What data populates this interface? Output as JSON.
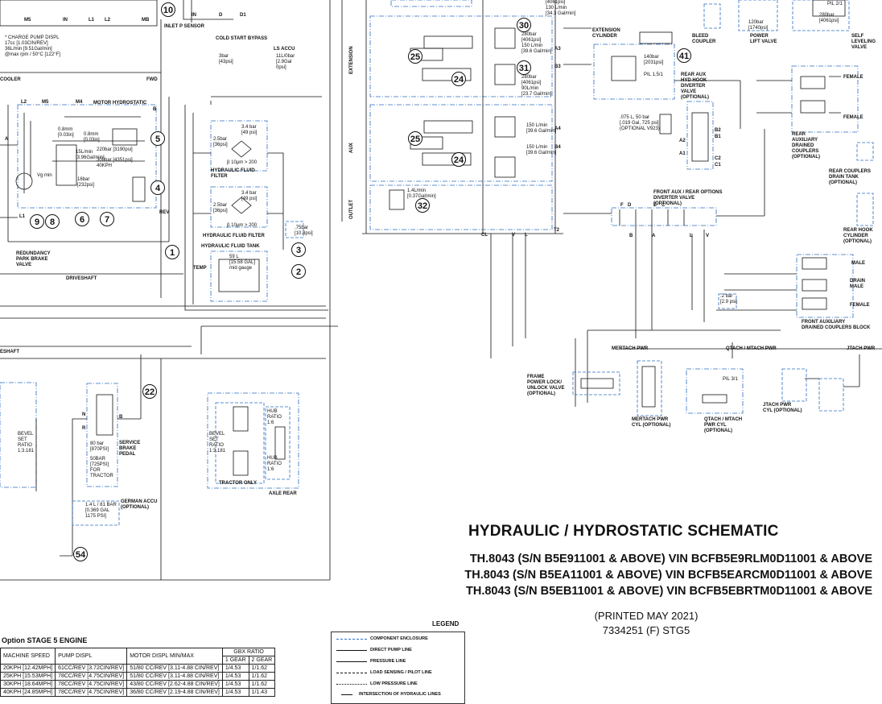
{
  "title": "HYDRAULIC / HYDROSTATIC SCHEMATIC",
  "models": [
    "TH.8043 (S/N B5E911001 & ABOVE) VIN BCFB5E9RLM0D11001 & ABOVE",
    "TH.8043 (S/N B5EA11001 & ABOVE) VIN BCFB5EARCM0D11001 & ABOVE",
    "TH.8043 (S/N B5EB11001 & ABOVE) VIN BCFB5EBRTM0D11001 & ABOVE"
  ],
  "printed": "(PRINTED MAY 2021)",
  "doc_number": "7334251 (F) STG5",
  "colors": {
    "enclosure": "#2b6cc4",
    "line": "#111111"
  },
  "labels": {
    "m5": "M5",
    "in": "IN",
    "l1": "L1",
    "l2": "L2",
    "mb": "MB",
    "inlet_p_sensor": "INLET P SENSOR",
    "in2": "IN",
    "d": "D",
    "d1": "D1",
    "cold_start_bypass": "COLD START BYPASS",
    "ls_accu": "LS ACCU",
    "ls_accu_spec": "11L/0bar\n[2.9Gal\n0psi]",
    "bypass_spec": "3bar\n[43psi]",
    "charge_pump": "* CHARGE PUMP DISPL\n17cc [1.03CIN/REV]\n36L/min [9.51Gal/min]\n@max rpm / 50°C [122°F]",
    "cooler": "COOLER",
    "fwd": "FWD",
    "motor_hydrostatic": "MOTOR HYDROSTATIC",
    "l2b": "L2",
    "m5b": "M5",
    "m4": "M4",
    "b": "B",
    "orifice1": "0.8mm\n[0.03in]",
    "orifice2": "0.8mm\n[0.03in]",
    "relief1": "220bar [3190psi]",
    "relief2": "300bar [4351psi]\n40KPH",
    "flow1": "15L/min\n[3.96Gal/min]",
    "bar16": "16bar\n[232psi]",
    "vg_min": "Vg min",
    "a": "A",
    "rev": "REV",
    "l1b": "L1",
    "redundancy": "REDUNDANCY\nPARK BRAKE\nVALVE",
    "driveshaft": "DRIVESHAFT",
    "filter_spec1": "3.4 bar\n[49 psi]",
    "filter_spec1b": "2.5bar\n[36psi]",
    "beta1": "β 10μm > 200",
    "hydraulic_fluid_filter": "HYDRAULIC FLUID\nFILTER",
    "filter_spec2": "3.4 bar\n[49 psi]",
    "filter_spec2b": "2.5bar\n[36psi]",
    "beta2": "β 10μm > 200",
    "hydraulic_fluid_filter2": "HYDRAULIC FLUID FILTER",
    "hydraulic_fluid_tank": "HYDRAULIC FLUID TANK",
    "tank_spec": "59 L\n[15.58 GAL]\nmid gauge",
    "temp": "TEMP",
    "tank_relief": ".75bar\n[10.8psi]",
    "extension": "EXTENSION",
    "aux": "AUX",
    "outlet": "OUTLET",
    "ext_top": "[4061psi]\n130 L/min\n[34.3 Gal/min]",
    "ext_30": "280bar\n[4061psi]\n150 L/min\n[39.6 Gal/min]",
    "ext_31": "280bar\n[4061psi]\n90L/min\n[23.7 Gal/min]",
    "a3": "A3",
    "b3": "B3",
    "a4": "A4",
    "b4": "B4",
    "aux_flow1": "150 L/min\n[39.6 Gal/min]",
    "aux_flow2": "150 L/min\n[39.6 Gal/min]",
    "outlet_flow": "1.4L/min\n[0.37Gal/min]",
    "cl": "CL",
    "v": "V",
    "l": "L",
    "t2": "T2",
    "extension_cylinder": "EXTENSION\nCYLINDER",
    "ext_cyl_spec": "140bar\n[2031psi]",
    "pil15": "PIL 1.5/1",
    "bleed_coupler": "BLEED\nCOUPLER",
    "power_lift_valve": "POWER\nLIFT VALVE",
    "plv_spec": "120bar\n[1740psi]",
    "self_leveling": "SELF\nLEVELING\nVALVE",
    "slv_spec": "280bar\n[4061psi]",
    "pil21": "PIL 2/1",
    "rear_aux_diverter": "REAR AUX\nHYD HOOK\nDIVERTER\nVALVE\n(OPTIONAL)",
    "diverter_spec": ".075 L, 50 bar\n[.019 Gal, 725 psi]\n(OPTIONAL V923)",
    "a2": "A2",
    "a1": "A1",
    "b2": "B2",
    "b1": "B1",
    "c2": "C2",
    "c1": "C1",
    "rear_aux_couplers": "REAR\nAUXILIARY\nDRAINED\nCOUPLERS\n(OPTIONAL)",
    "female1": "FEMALE",
    "female2": "FEMALE",
    "rear_couplers_drain": "REAR COUPLERS\nDRAIN TANK\n(OPTIONAL)",
    "rear_hook": "REAR HOOK\nCYLINDER\n(OPTIONAL)",
    "front_aux_diverter": "FRONT AUX / REAR OPTIONS\nDIVERTER VALVE\n(OPTIONAL)",
    "f": "F",
    "dd": "D",
    "e": "E",
    "c": "C",
    "bb": "B",
    "aa": "A",
    "ll": "L",
    "vv": "V",
    "male": "MALE",
    "drain_male": "DRAIN\nMALE",
    "female3": "FEMALE",
    "front_aux_couplers": "FRONT AUXILIARY\nDRAINED COUPLERS BLOCK",
    "relief_2bar": ".2 bar\n[2.9 psi]",
    "mertach_pwr": "MERTACH PWR",
    "qtach_pwr": "QTACH / MTACH PWR",
    "jtach_pwr": "JTACH PWR",
    "frame_lock": "FRAME\nPOWER LOCK/\nUNLOCK VALVE\n(OPTIONAL)",
    "mertach_cyl": "MERTACH PWR\nCYL (OPTIONAL)",
    "qtach_cyl": "QTACH / MTACH\nPWR CYL\n(OPTIONAL)",
    "pil31": "PIL 3/1",
    "jtach_cyl": "JTACH PWR\nCYL (OPTIONAL)",
    "eshaft": "ESHAFT",
    "bevel_left": "BEVEL\nSET\nRATIO\n1:3.181",
    "service_brake": "SERVICE\nBRAKE\nPEDAL",
    "brake_spec1": "80 bar\n[870PSI]",
    "brake_spec2": "50BAR\n[725PSI]\nFOR\nTRACTOR",
    "n": "N",
    "r": "R",
    "bk": "B",
    "bevel_rear": "BEVEL\nSET\nRATIO\n1:3.181",
    "hub_ratio1": "HUB\nRATIO\n1:6",
    "hub_ratio2": "HUB\nRATIO\n1:6",
    "tractor_only": "TRACTOR ONLY",
    "axle_rear": "AXLE REAR",
    "german_accu": "GERMAN ACCU\n(OPTIONAL)",
    "german_spec": "1.4 L / 81 BAR\n[0.369 GAL\n1175 PSI]"
  },
  "callouts": [
    "10",
    "30",
    "25",
    "24",
    "31",
    "24",
    "25",
    "24",
    "32",
    "41",
    "5",
    "4",
    "9",
    "8",
    "6",
    "7",
    "1",
    "3",
    "2",
    "22",
    "54"
  ],
  "spec_table": {
    "title": "Option STAGE 5 ENGINE",
    "gbx_header": "GBX RATIO",
    "columns": [
      "MACHINE SPEED",
      "PUMP DISPL",
      "MOTOR DISPL MIN/MAX",
      "1 GEAR",
      "2 GEAR"
    ],
    "rows": [
      [
        "20KPH [12.42MPH]",
        "61CC/REV [3.72CIN/REV]",
        "51/80 CC/REV [3.11-4.88 CIN/REV]",
        "1/4.53",
        "1/1.62"
      ],
      [
        "25KPH [15.53MPH]",
        "78CC/REV [4.75CIN/REV]",
        "51/80 CC/REV [3.11-4.88 CIN/REV]",
        "1/4.53",
        "1/1.62"
      ],
      [
        "30KPH [18.64MPH]",
        "78CC/REV [4.75CIN/REV]",
        "43/80 CC/REV [2.62-4.88 CIN/REV]",
        "1/4.53",
        "1/1.62"
      ],
      [
        "40KPH [24.85MPH]",
        "78CC/REV [4.75CIN/REV]",
        "36/80 CC/REV [2.19-4.88 CIN/REV]",
        "1/4.53",
        "1/1.43"
      ]
    ]
  },
  "legend": {
    "title": "LEGEND",
    "items": [
      "COMPONENT ENCLOSURE",
      "DIRECT PUMP LINE",
      "PRESSURE LINE",
      "LOAD SENSING / PILOT LINE",
      "LOW PRESSURE LINE",
      "INTERSECTION OF HYDRAULIC LINES"
    ]
  }
}
